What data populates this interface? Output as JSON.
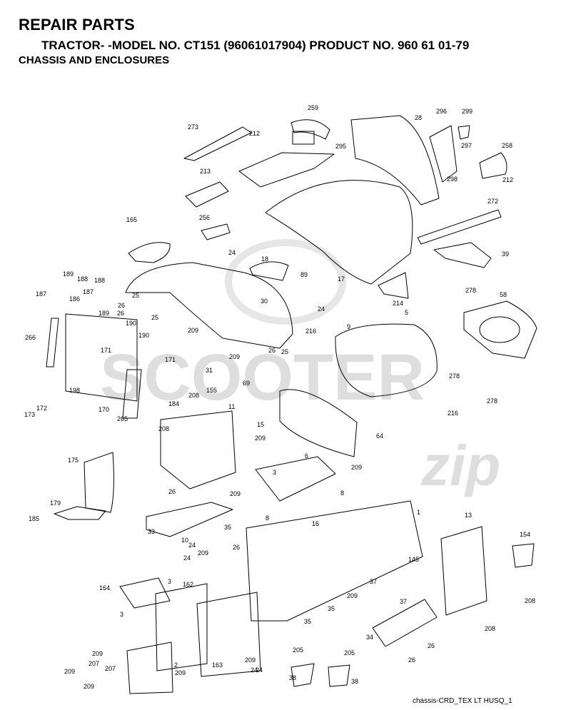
{
  "header": {
    "title": "REPAIR PARTS",
    "subtitle": "TRACTOR- -MODEL NO. CT151 (96061017904) PRODUCT NO. 960 61 01-79",
    "section": "CHASSIS AND ENCLOSURES"
  },
  "watermark": {
    "line1": "SCOOTER",
    "line2": "zip"
  },
  "footer": "chassis-CRD_TEX LT HUSQ_1",
  "callouts": [
    "273",
    "259",
    "212",
    "28",
    "296",
    "299",
    "297",
    "258",
    "212",
    "295",
    "298",
    "213",
    "272",
    "165",
    "256",
    "24",
    "18",
    "89",
    "17",
    "39",
    "278",
    "58",
    "214",
    "189",
    "188",
    "188",
    "187",
    "186",
    "187",
    "189",
    "26",
    "25",
    "26",
    "25",
    "30",
    "24",
    "190",
    "190",
    "266",
    "171",
    "171",
    "5",
    "216",
    "9",
    "209",
    "26",
    "25",
    "209",
    "69",
    "31",
    "278",
    "278",
    "216",
    "198",
    "172",
    "173",
    "170",
    "265",
    "184",
    "208",
    "155",
    "11",
    "15",
    "64",
    "208",
    "209",
    "6",
    "209",
    "3",
    "8",
    "175",
    "179",
    "185",
    "26",
    "209",
    "33",
    "10",
    "35",
    "16",
    "8",
    "1",
    "13",
    "154",
    "145",
    "37",
    "37",
    "24",
    "26",
    "209",
    "24",
    "164",
    "162",
    "3",
    "3",
    "209",
    "35",
    "35",
    "208",
    "208",
    "34",
    "26",
    "209",
    "207",
    "207",
    "209",
    "209",
    "2",
    "209",
    "163",
    "209",
    "24",
    "24",
    "205",
    "205",
    "38",
    "38",
    "26"
  ]
}
